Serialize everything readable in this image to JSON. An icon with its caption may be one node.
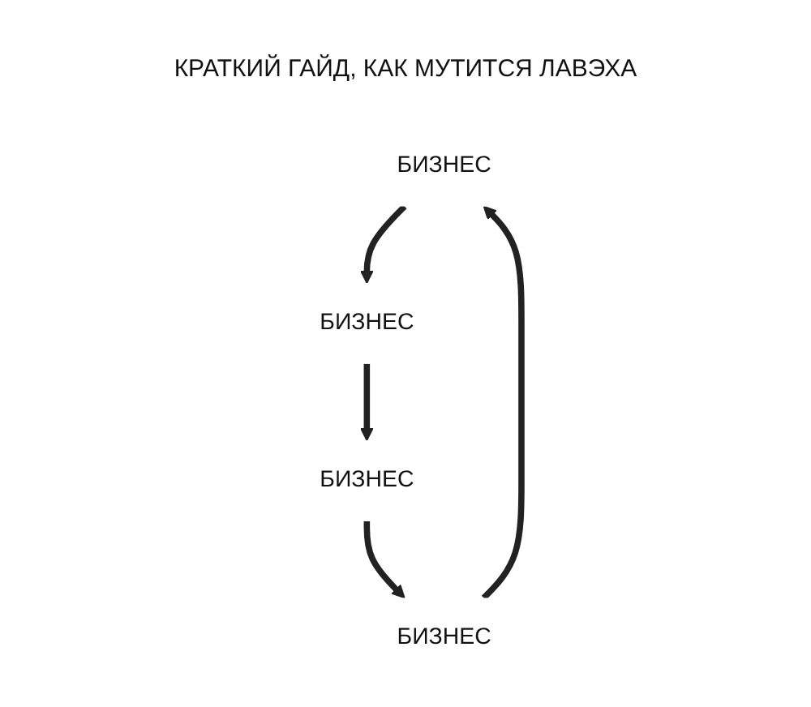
{
  "diagram": {
    "title": "КРАТКИЙ ГАЙД, КАК МУТИТСЯ ЛАВЭХА",
    "nodes": [
      {
        "text": [
          "БИЗНЕС"
        ]
      },
      {
        "text": [
          "БИЗНЕС"
        ]
      },
      {
        "text": [
          "БИЗНЕС"
        ]
      },
      {
        "text": [
          "БИЗНЕС"
        ]
      }
    ],
    "edges": [
      {
        "from": 0,
        "to": 2,
        "arrow": "to"
      },
      {
        "from": 2,
        "to": 3,
        "arrow": "to"
      },
      {
        "from": 3,
        "to": 1,
        "arrow": "to"
      },
      {
        "from": 1,
        "to": 0,
        "arrow": "to"
      }
    ]
  }
}
